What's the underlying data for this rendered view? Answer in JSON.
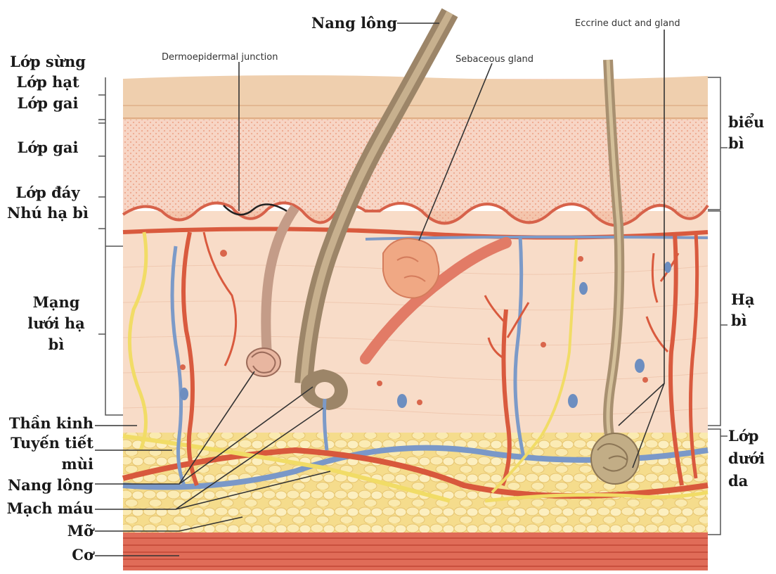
{
  "top_labels": {
    "hair_follicle": "Nang lông",
    "dej": "Dermoepidermal junction",
    "sebaceous": "Sebaceous gland",
    "eccrine": "Eccrine duct and gland"
  },
  "left_labels": {
    "stratum_corneum": "Lớp sừng",
    "stratum_granulosum": "Lớp hạt",
    "stratum_spinosum_top": "Lớp gai",
    "stratum_spinosum": "Lớp gai",
    "stratum_basale": "Lớp đáy",
    "dermal_papilla": "Nhú hạ bì",
    "reticular_dermis": [
      "Mạng",
      "lưới hạ",
      "bì"
    ],
    "nerve": "Thần kinh",
    "sweat_gland": [
      "Tuyến tiết",
      "mùi"
    ],
    "hair_follicle": "Nang lông",
    "blood_vessel": "Mạch máu",
    "fat": "Mỡ",
    "muscle": "Cơ"
  },
  "right_labels": {
    "epidermis": [
      "biểu",
      "bì"
    ],
    "dermis": [
      "Hạ",
      "bì"
    ],
    "subcutis": [
      "Lớp",
      "dưới",
      "da"
    ]
  },
  "colors": {
    "corneum": "#efd2b4",
    "epidermis": "#f2b59a",
    "dermis": "#f8ddc9",
    "fat": "#f7e39a",
    "muscle": "#e4705c",
    "artery": "#dc5a3c",
    "vein": "#7c9ac8",
    "nerve": "#f3e06a",
    "hair": "#a38c6e"
  }
}
